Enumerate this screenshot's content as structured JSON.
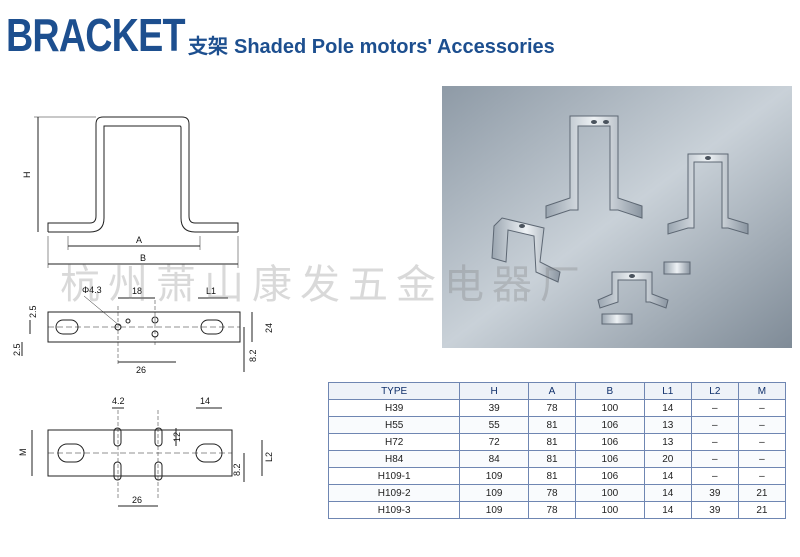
{
  "header": {
    "brand": "BRACKET",
    "cn_title": "支架",
    "en_title": "Shaded Pole motors' Accessories"
  },
  "watermark": "杭州萧山康发五金电器厂",
  "drawing": {
    "top_view": {
      "h_label": "H",
      "a_label": "A",
      "b_label": "B"
    },
    "mid_view": {
      "phi": "Φ4.3",
      "d18": "18",
      "l1": "L1",
      "d25a": "2.5",
      "d24": "24",
      "d25b": "2.5",
      "d26": "26",
      "d82": "8.2"
    },
    "bottom_view": {
      "d42": "4.2",
      "d14": "14",
      "d12": "12",
      "m": "M",
      "l2": "L2",
      "d82": "8.2",
      "d26": "26"
    }
  },
  "table": {
    "headers": [
      "TYPE",
      "H",
      "A",
      "B",
      "L1",
      "L2",
      "M"
    ],
    "rows": [
      [
        "H39",
        "39",
        "78",
        "100",
        "14",
        "–",
        "–"
      ],
      [
        "H55",
        "55",
        "81",
        "106",
        "13",
        "–",
        "–"
      ],
      [
        "H72",
        "72",
        "81",
        "106",
        "13",
        "–",
        "–"
      ],
      [
        "H84",
        "84",
        "81",
        "106",
        "20",
        "–",
        "–"
      ],
      [
        "H109-1",
        "109",
        "81",
        "106",
        "14",
        "–",
        "–"
      ],
      [
        "H109-2",
        "109",
        "78",
        "100",
        "14",
        "39",
        "21"
      ],
      [
        "H109-3",
        "109",
        "78",
        "100",
        "14",
        "39",
        "21"
      ]
    ]
  },
  "colors": {
    "title": "#1d4f8f",
    "table_border": "#6f86b2"
  }
}
